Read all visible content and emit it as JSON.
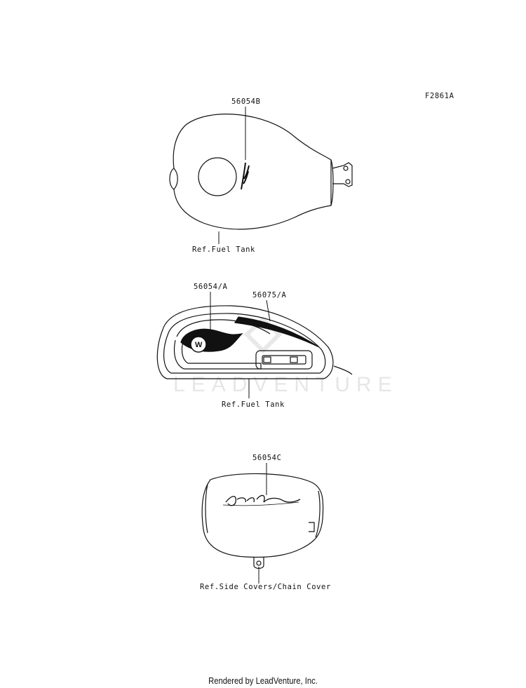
{
  "figure_code": "F2861A",
  "watermark": "LEADVENTURE",
  "footer": "Rendered by LeadVenture, Inc.",
  "callouts": {
    "top_part": "56054B",
    "top_ref": "Ref.Fuel Tank",
    "mid_part_a": "56054/A",
    "mid_part_b": "56075/A",
    "mid_ref": "Ref.Fuel Tank",
    "bottom_part": "56054C",
    "bottom_ref": "Ref.Side Covers/Chain Cover"
  },
  "decals": {
    "top_script": "Black Edition",
    "bottom_script": "Black Edition",
    "emblem_letter": "W"
  }
}
